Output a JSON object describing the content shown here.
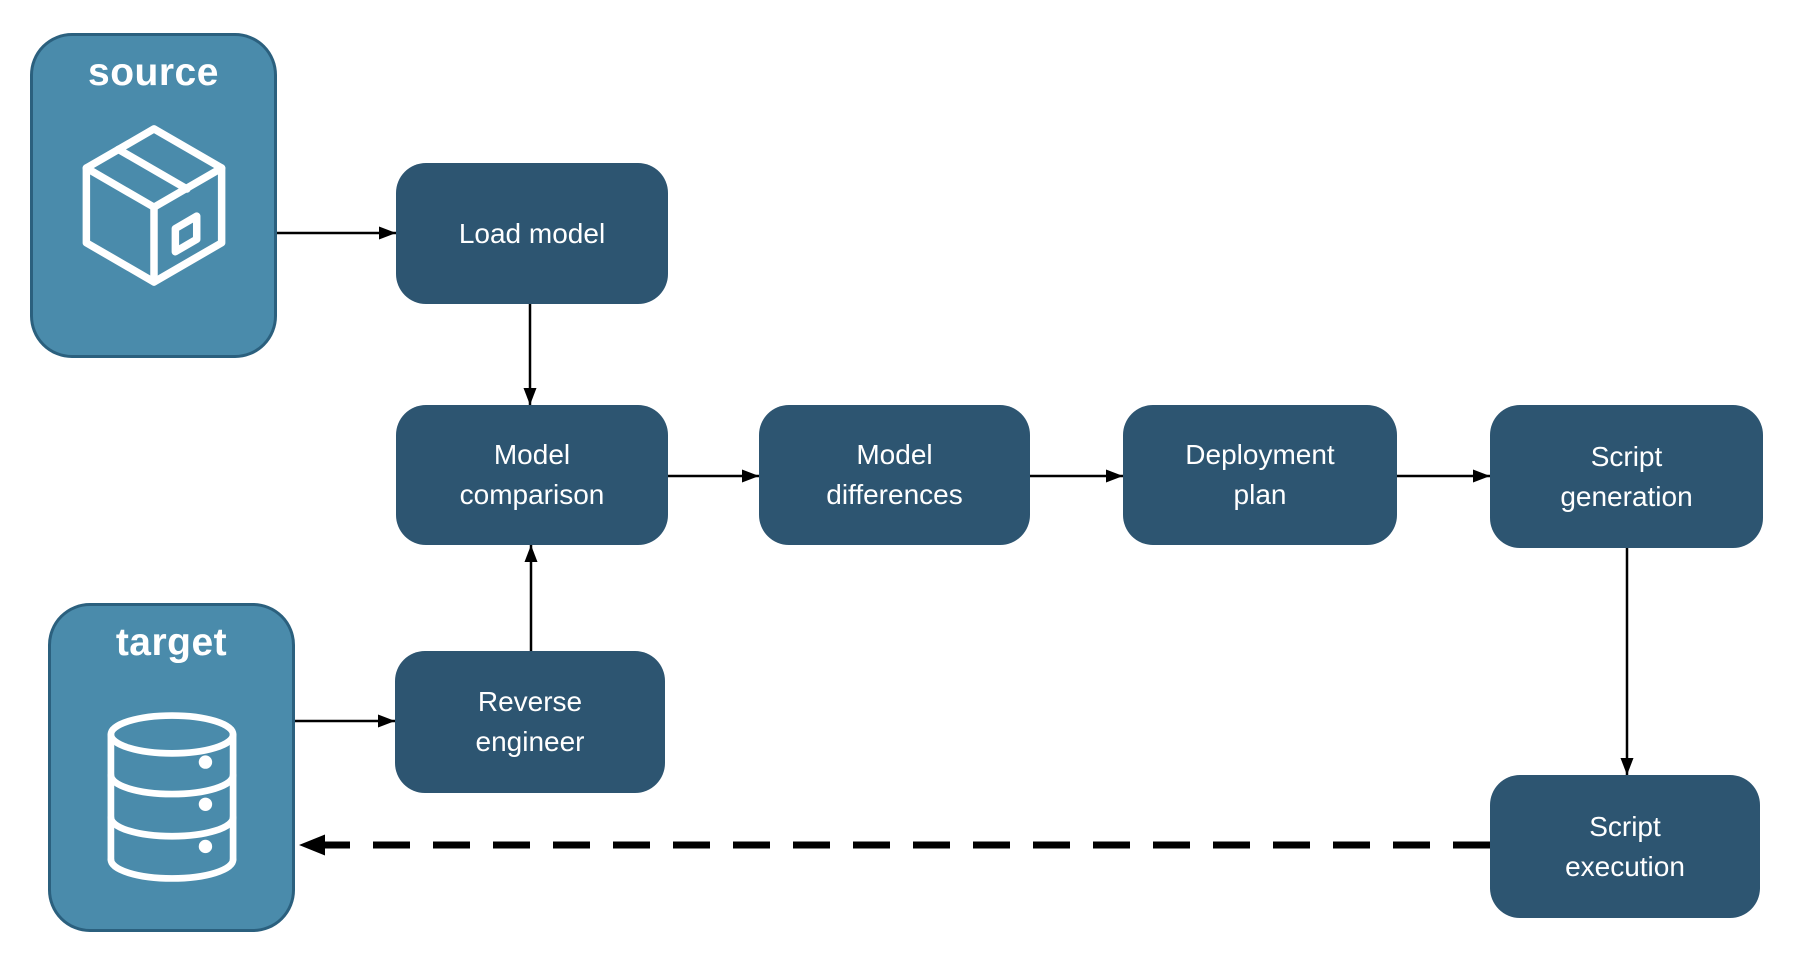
{
  "diagram": {
    "endpoints": {
      "source": {
        "label": "source",
        "icon": "package-box-icon"
      },
      "target": {
        "label": "target",
        "icon": "database-icon"
      }
    },
    "steps": {
      "load_model": {
        "label": "Load model"
      },
      "model_comparison": {
        "label": "Model\ncomparison"
      },
      "model_differences": {
        "label": "Model\ndifferences"
      },
      "deployment_plan": {
        "label": "Deployment\nplan"
      },
      "script_generation": {
        "label": "Script\ngeneration"
      },
      "reverse_engineer": {
        "label": "Reverse\nengineer"
      },
      "script_execution": {
        "label": "Script\nexecution"
      }
    },
    "flow": [
      {
        "from": "source",
        "to": "load_model",
        "style": "solid"
      },
      {
        "from": "load_model",
        "to": "model_comparison",
        "style": "solid"
      },
      {
        "from": "target",
        "to": "reverse_engineer",
        "style": "solid"
      },
      {
        "from": "reverse_engineer",
        "to": "model_comparison",
        "style": "solid"
      },
      {
        "from": "model_comparison",
        "to": "model_differences",
        "style": "solid"
      },
      {
        "from": "model_differences",
        "to": "deployment_plan",
        "style": "solid"
      },
      {
        "from": "deployment_plan",
        "to": "script_generation",
        "style": "solid"
      },
      {
        "from": "script_generation",
        "to": "script_execution",
        "style": "solid"
      },
      {
        "from": "script_execution",
        "to": "target",
        "style": "dashed"
      }
    ],
    "colors": {
      "step_fill": "#2d5571",
      "endpoint_fill": "#4a8bab",
      "endpoint_border": "#2b607e",
      "arrow": "#000000",
      "text": "#ffffff"
    }
  }
}
